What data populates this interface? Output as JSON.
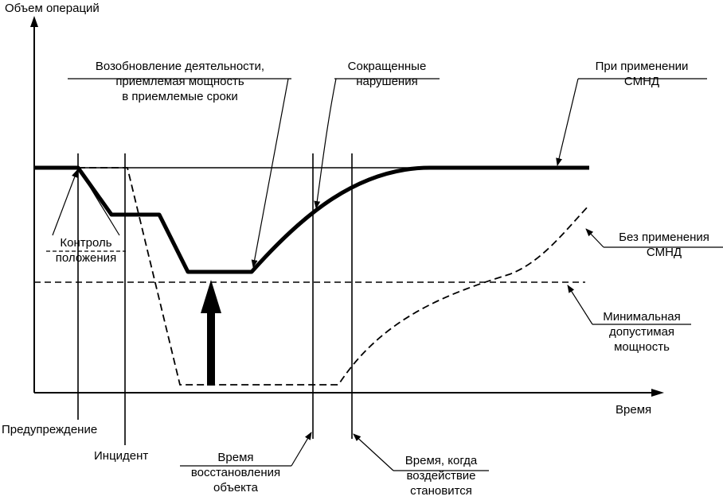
{
  "axes": {
    "y_label": "Объем операций",
    "x_label": "Время"
  },
  "markers": {
    "warning": "Предупреждение",
    "incident": "Инцидент"
  },
  "annotations": {
    "resumption": [
      "Возобновление деятельности,",
      "приемлемая мощность",
      "в приемлемые сроки"
    ],
    "reduced": [
      "Сокращенные",
      "нарушения"
    ],
    "with_smnd": [
      "При применении",
      "СМНД"
    ],
    "without_smnd": [
      "Без применения",
      "СМНД"
    ],
    "min_capacity": [
      "Минимальная",
      "допустимая",
      "мощность"
    ],
    "position_control": [
      "Контроль",
      "положения"
    ],
    "recovery_time": [
      "Время",
      "восстановления",
      "объекта"
    ],
    "impact_time": [
      "Время, когда",
      "воздействие",
      "становится"
    ]
  },
  "colors": {
    "ink": "#000000",
    "background": "#ffffff"
  }
}
